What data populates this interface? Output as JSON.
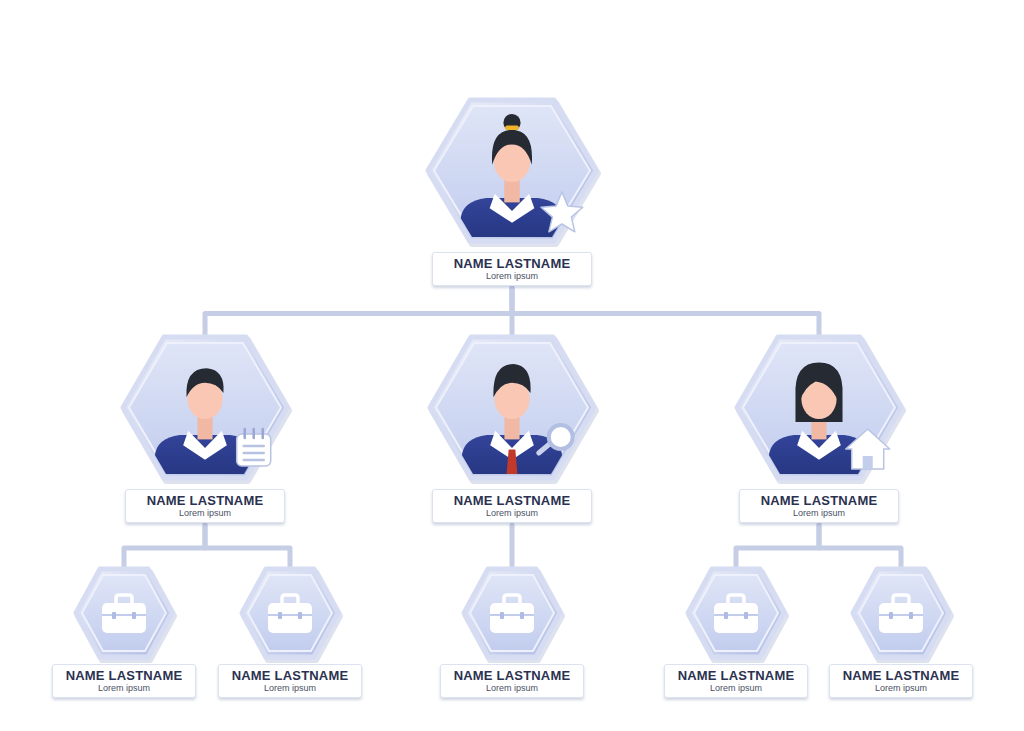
{
  "diagram": {
    "nodes": [
      {
        "text": [
          "NAME LASTNAME",
          "Lorem ipsum"
        ]
      },
      {
        "text": [
          "NAME LASTNAME",
          "Lorem ipsum"
        ]
      },
      {
        "text": [
          "NAME LASTNAME",
          "Lorem ipsum"
        ]
      },
      {
        "text": [
          "NAME LASTNAME",
          "Lorem ipsum"
        ]
      },
      {
        "text": [
          "NAME LASTNAME",
          "Lorem ipsum"
        ]
      },
      {
        "text": [
          "NAME LASTNAME",
          "Lorem ipsum"
        ]
      },
      {
        "text": [
          "NAME LASTNAME",
          "Lorem ipsum"
        ]
      },
      {
        "text": [
          "NAME LASTNAME",
          "Lorem ipsum"
        ]
      },
      {
        "text": [
          "NAME LASTNAME",
          "Lorem ipsum"
        ]
      }
    ],
    "edges": [
      {
        "from": 0,
        "to": 1,
        "arrow": "none"
      },
      {
        "from": 0,
        "to": 2,
        "arrow": "none"
      },
      {
        "from": 0,
        "to": 3,
        "arrow": "none"
      },
      {
        "from": 1,
        "to": 4,
        "arrow": "none"
      },
      {
        "from": 1,
        "to": 5,
        "arrow": "none"
      },
      {
        "from": 2,
        "to": 6,
        "arrow": "none"
      },
      {
        "from": 3,
        "to": 7,
        "arrow": "none"
      },
      {
        "from": 3,
        "to": 8,
        "arrow": "none"
      }
    ]
  }
}
